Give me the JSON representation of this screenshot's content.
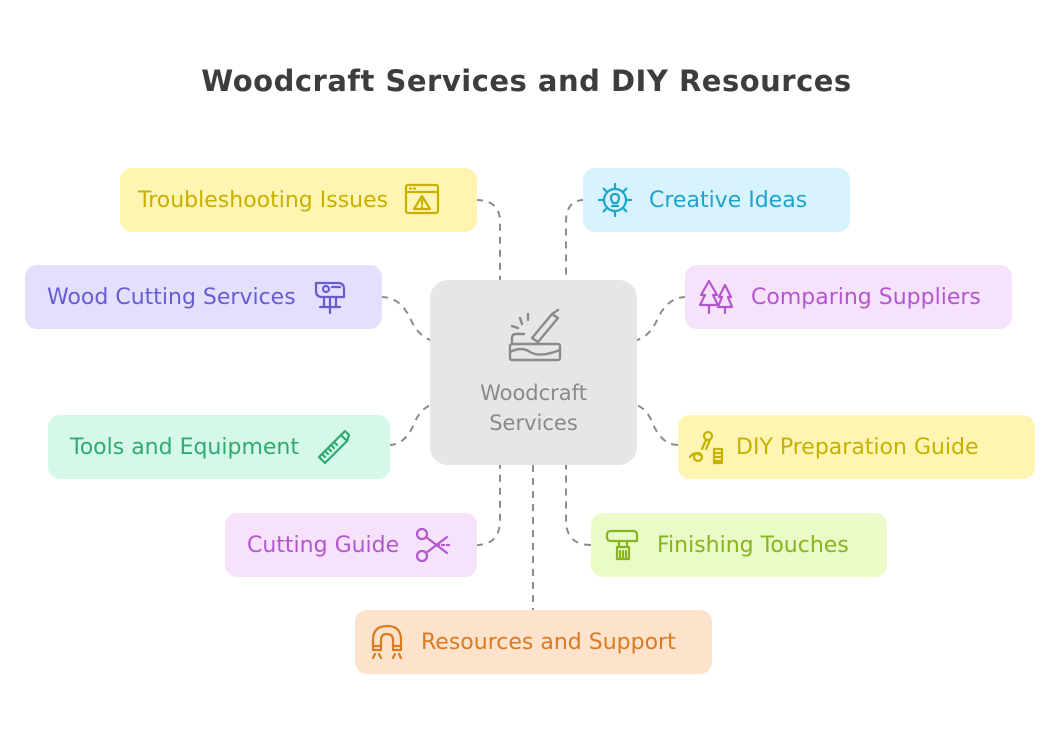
{
  "title": "Woodcraft Services and DIY Resources",
  "center": {
    "line1": "Woodcraft",
    "line2": "Services"
  },
  "nodes": {
    "troubleshooting": "Troubleshooting Issues",
    "wood_cutting": "Wood Cutting Services",
    "tools": "Tools and Equipment",
    "cutting_guide": "Cutting Guide",
    "resources": "Resources and Support",
    "creative": "Creative Ideas",
    "suppliers": "Comparing Suppliers",
    "diy_prep": "DIY Preparation Guide",
    "finishing": "Finishing Touches"
  },
  "colors": {
    "troubleshooting": {
      "bg": "#fff5b3",
      "fg": "#c7b100"
    },
    "wood_cutting": {
      "bg": "#e3e0fd",
      "fg": "#6a5bd1"
    },
    "tools": {
      "bg": "#d6f8e9",
      "fg": "#2faa72"
    },
    "cutting_guide": {
      "bg": "#f6e2fb",
      "fg": "#b357cf"
    },
    "resources": {
      "bg": "#fde3cc",
      "fg": "#dc7a22"
    },
    "creative": {
      "bg": "#d7f3fd",
      "fg": "#1ea4cc"
    },
    "suppliers": {
      "bg": "#f6e2fb",
      "fg": "#b357cf"
    },
    "diy_prep": {
      "bg": "#fff5b3",
      "fg": "#c7b100"
    },
    "finishing": {
      "bg": "#ebfbc7",
      "fg": "#86b51e"
    }
  },
  "icons": {
    "center": "woodcarving-icon",
    "troubleshooting": "browser-warning-icon",
    "wood_cutting": "jigsaw-icon",
    "tools": "saw-icon",
    "cutting_guide": "scissors-icon",
    "resources": "magnet-icon",
    "creative": "lightbulb-gear-icon",
    "suppliers": "trees-icon",
    "diy_prep": "screws-icon",
    "finishing": "brush-icon"
  }
}
